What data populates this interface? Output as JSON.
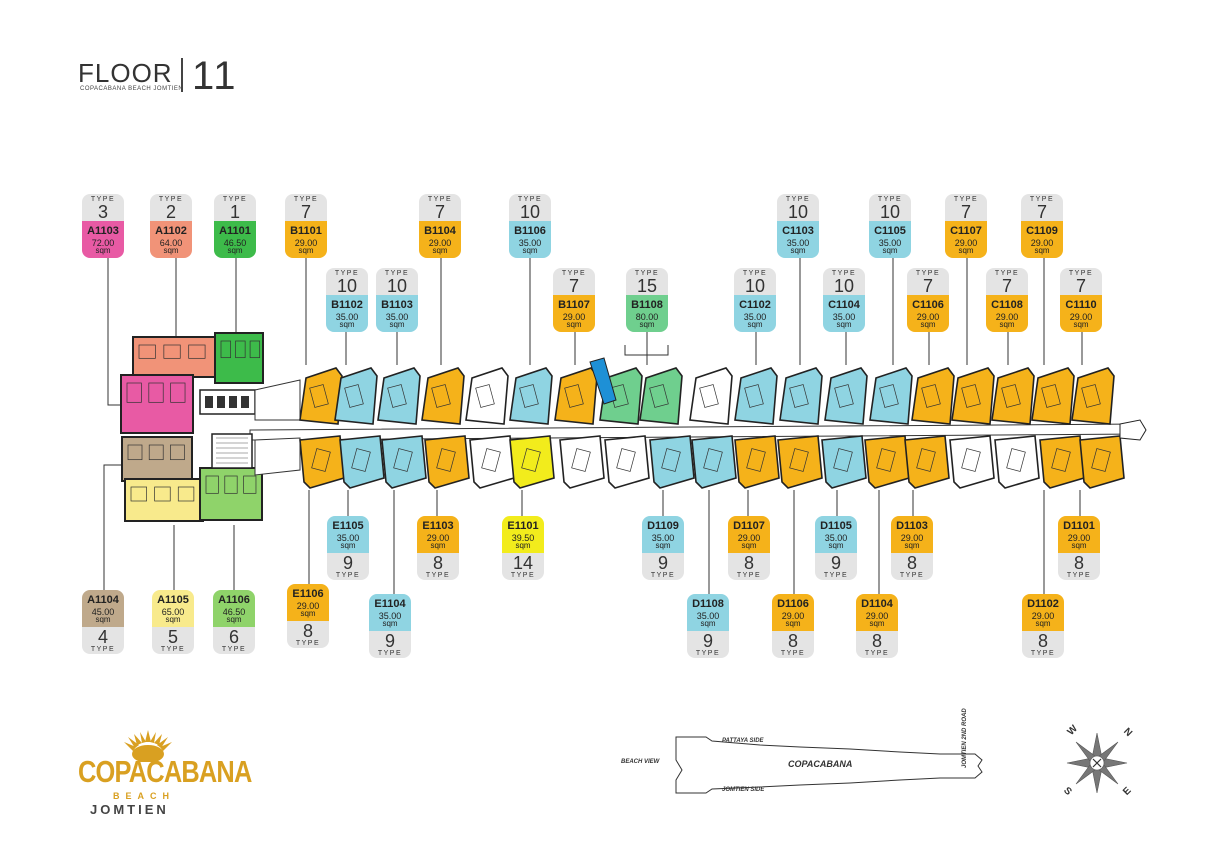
{
  "header": {
    "floor_label": "FLOOR",
    "floor_number": "11",
    "subtitle": "COPACABANA BEACH JOMTIEN"
  },
  "type_label": "TYPE",
  "sqm_label": "sqm",
  "colors": {
    "type3_pink": "#e85aa4",
    "type2_salmon": "#f19378",
    "type1_green": "#3dbb4a",
    "type7_orange": "#f5b21a",
    "type10_blue": "#8fd4e2",
    "type15_green": "#6fcf8e",
    "type4_taupe": "#bfa98b",
    "type5_yellow": "#f8ea8c",
    "type6_lightgreen": "#8fd36a",
    "type8_orange": "#f5b21a",
    "type9_blue": "#8fd4e2",
    "type14_yellow": "#f2ec1c",
    "type_box_grey": "#e4e4e4"
  },
  "top_units": [
    {
      "unit": "A1103",
      "area": "72.00",
      "type": "3",
      "color": "#e85aa4"
    },
    {
      "unit": "A1102",
      "area": "64.00",
      "type": "2",
      "color": "#f19378"
    },
    {
      "unit": "A1101",
      "area": "46.50",
      "type": "1",
      "color": "#3dbb4a"
    },
    {
      "unit": "B1101",
      "area": "29.00",
      "type": "7",
      "color": "#f5b21a"
    },
    {
      "unit": "B1102",
      "area": "35.00",
      "type": "10",
      "color": "#8fd4e2"
    },
    {
      "unit": "B1103",
      "area": "35.00",
      "type": "10",
      "color": "#8fd4e2"
    },
    {
      "unit": "B1104",
      "area": "29.00",
      "type": "7",
      "color": "#f5b21a"
    },
    {
      "unit": "B1106",
      "area": "35.00",
      "type": "10",
      "color": "#8fd4e2"
    },
    {
      "unit": "B1107",
      "area": "29.00",
      "type": "7",
      "color": "#f5b21a"
    },
    {
      "unit": "B1108",
      "area": "80.00",
      "type": "15",
      "color": "#6fcf8e"
    },
    {
      "unit": "C1102",
      "area": "35.00",
      "type": "10",
      "color": "#8fd4e2"
    },
    {
      "unit": "C1103",
      "area": "35.00",
      "type": "10",
      "color": "#8fd4e2"
    },
    {
      "unit": "C1104",
      "area": "35.00",
      "type": "10",
      "color": "#8fd4e2"
    },
    {
      "unit": "C1105",
      "area": "35.00",
      "type": "10",
      "color": "#8fd4e2"
    },
    {
      "unit": "C1106",
      "area": "29.00",
      "type": "7",
      "color": "#f5b21a"
    },
    {
      "unit": "C1107",
      "area": "29.00",
      "type": "7",
      "color": "#f5b21a"
    },
    {
      "unit": "C1108",
      "area": "29.00",
      "type": "7",
      "color": "#f5b21a"
    },
    {
      "unit": "C1109",
      "area": "29.00",
      "type": "7",
      "color": "#f5b21a"
    },
    {
      "unit": "C1110",
      "area": "29.00",
      "type": "7",
      "color": "#f5b21a"
    }
  ],
  "bottom_units": [
    {
      "unit": "A1104",
      "area": "45.00",
      "type": "4",
      "color": "#bfa98b"
    },
    {
      "unit": "A1105",
      "area": "65.00",
      "type": "5",
      "color": "#f8ea8c"
    },
    {
      "unit": "A1106",
      "area": "46.50",
      "type": "6",
      "color": "#8fd36a"
    },
    {
      "unit": "E1106",
      "area": "29.00",
      "type": "8",
      "color": "#f5b21a"
    },
    {
      "unit": "E1105",
      "area": "35.00",
      "type": "9",
      "color": "#8fd4e2"
    },
    {
      "unit": "E1104",
      "area": "35.00",
      "type": "9",
      "color": "#8fd4e2"
    },
    {
      "unit": "E1103",
      "area": "29.00",
      "type": "8",
      "color": "#f5b21a"
    },
    {
      "unit": "E1101",
      "area": "39.50",
      "type": "14",
      "color": "#f2ec1c"
    },
    {
      "unit": "D1109",
      "area": "35.00",
      "type": "9",
      "color": "#8fd4e2"
    },
    {
      "unit": "D1108",
      "area": "35.00",
      "type": "9",
      "color": "#8fd4e2"
    },
    {
      "unit": "D1107",
      "area": "29.00",
      "type": "8",
      "color": "#f5b21a"
    },
    {
      "unit": "D1106",
      "area": "29.00",
      "type": "8",
      "color": "#f5b21a"
    },
    {
      "unit": "D1105",
      "area": "35.00",
      "type": "9",
      "color": "#8fd4e2"
    },
    {
      "unit": "D1104",
      "area": "29.00",
      "type": "8",
      "color": "#f5b21a"
    },
    {
      "unit": "D1103",
      "area": "29.00",
      "type": "8",
      "color": "#f5b21a"
    },
    {
      "unit": "D1102",
      "area": "29.00",
      "type": "8",
      "color": "#f5b21a"
    },
    {
      "unit": "D1101",
      "area": "29.00",
      "type": "8",
      "color": "#f5b21a"
    }
  ],
  "logo": {
    "main": "COPACABANA",
    "beach": "BEACH",
    "jomtien": "JOMTIEN"
  },
  "site_plan": {
    "pattaya_side": "PATTAYA SIDE",
    "beach_view": "BEACH VIEW",
    "name": "COPACABANA",
    "jomtien_side": "JOMTIEN SIDE",
    "road": "JOMTIEN 2ND ROAD"
  },
  "compass": {
    "n": "N",
    "e": "E",
    "s": "S",
    "w": "W"
  }
}
